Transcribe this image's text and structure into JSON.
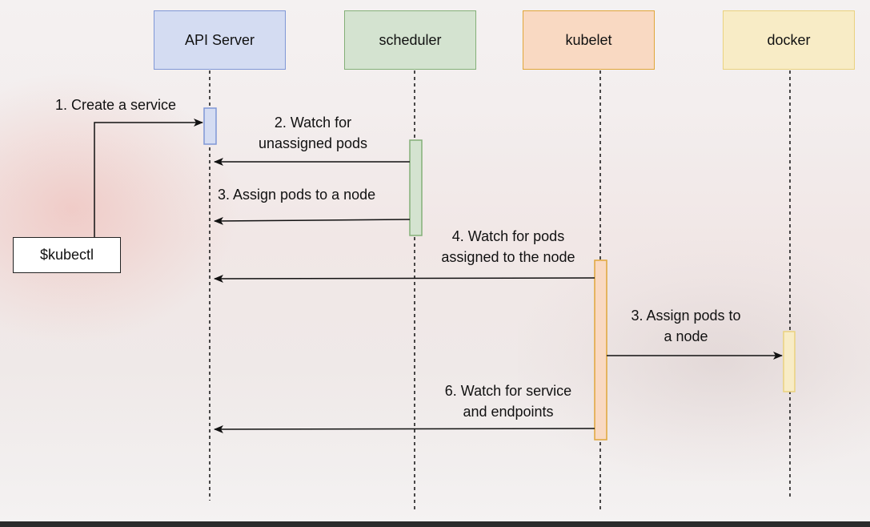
{
  "participants": {
    "api_server": "API Server",
    "scheduler": "scheduler",
    "kubelet": "kubelet",
    "docker": "docker"
  },
  "actor": {
    "kubectl": "$kubectl"
  },
  "messages": {
    "m1": "1. Create a service",
    "m2_line1": "2. Watch for",
    "m2_line2": "unassigned pods",
    "m3": "3. Assign pods to a node",
    "m4_line1": "4. Watch for pods",
    "m4_line2": "assigned to the node",
    "m5_line1": "3. Assign pods to",
    "m5_line2": "a node",
    "m6_line1": "6. Watch for service",
    "m6_line2": "and endpoints"
  },
  "colors": {
    "api_fill": "#d4dcf2",
    "api_border": "#7f97d6",
    "scheduler_fill": "#d4e3d0",
    "scheduler_border": "#84b078",
    "kubelet_fill": "#f9d9c2",
    "kubelet_border": "#e0a63a",
    "docker_fill": "#f8ecc6",
    "docker_border": "#ead27f"
  }
}
